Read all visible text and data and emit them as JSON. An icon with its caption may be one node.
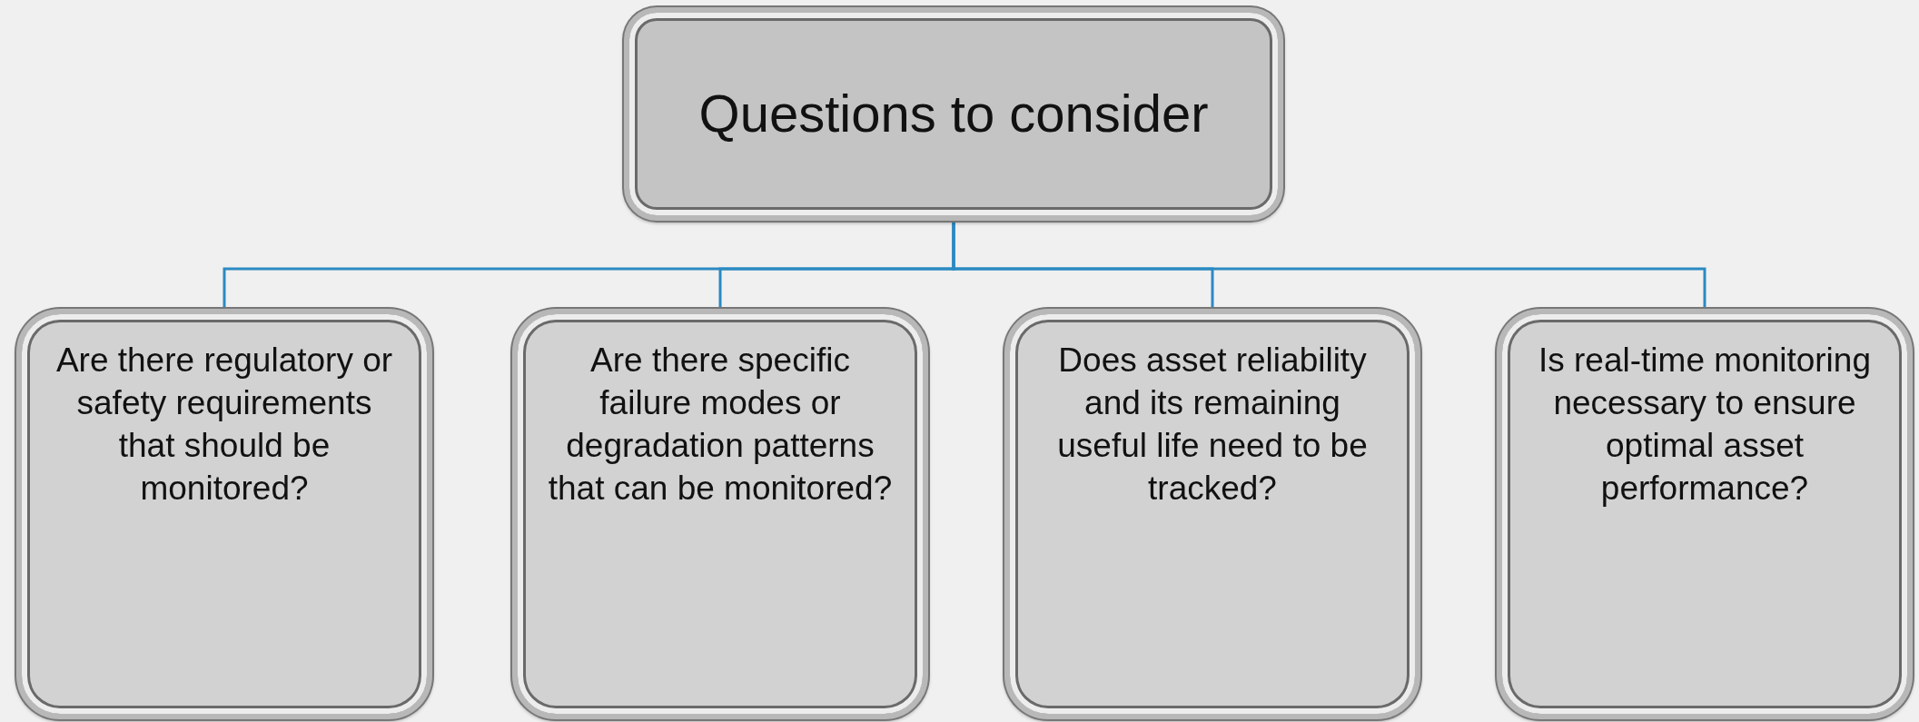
{
  "diagram": {
    "nodes": [
      {
        "text": [
          "Questions to consider"
        ]
      },
      {
        "text": [
          "Are there regulatory or safety requirements that should be monitored?"
        ]
      },
      {
        "text": [
          "Are there specific failure modes or degradation patterns that can be monitored?"
        ]
      },
      {
        "text": [
          "Does asset reliability and its remaining useful life need to be tracked?"
        ]
      },
      {
        "text": [
          "Is real-time monitoring necessary to ensure optimal asset performance?"
        ]
      }
    ],
    "edges": [
      {
        "from": 0,
        "to": 1,
        "arrow": "none"
      },
      {
        "from": 0,
        "to": 2,
        "arrow": "none"
      },
      {
        "from": 0,
        "to": 3,
        "arrow": "none"
      },
      {
        "from": 0,
        "to": 4,
        "arrow": "none"
      }
    ]
  }
}
